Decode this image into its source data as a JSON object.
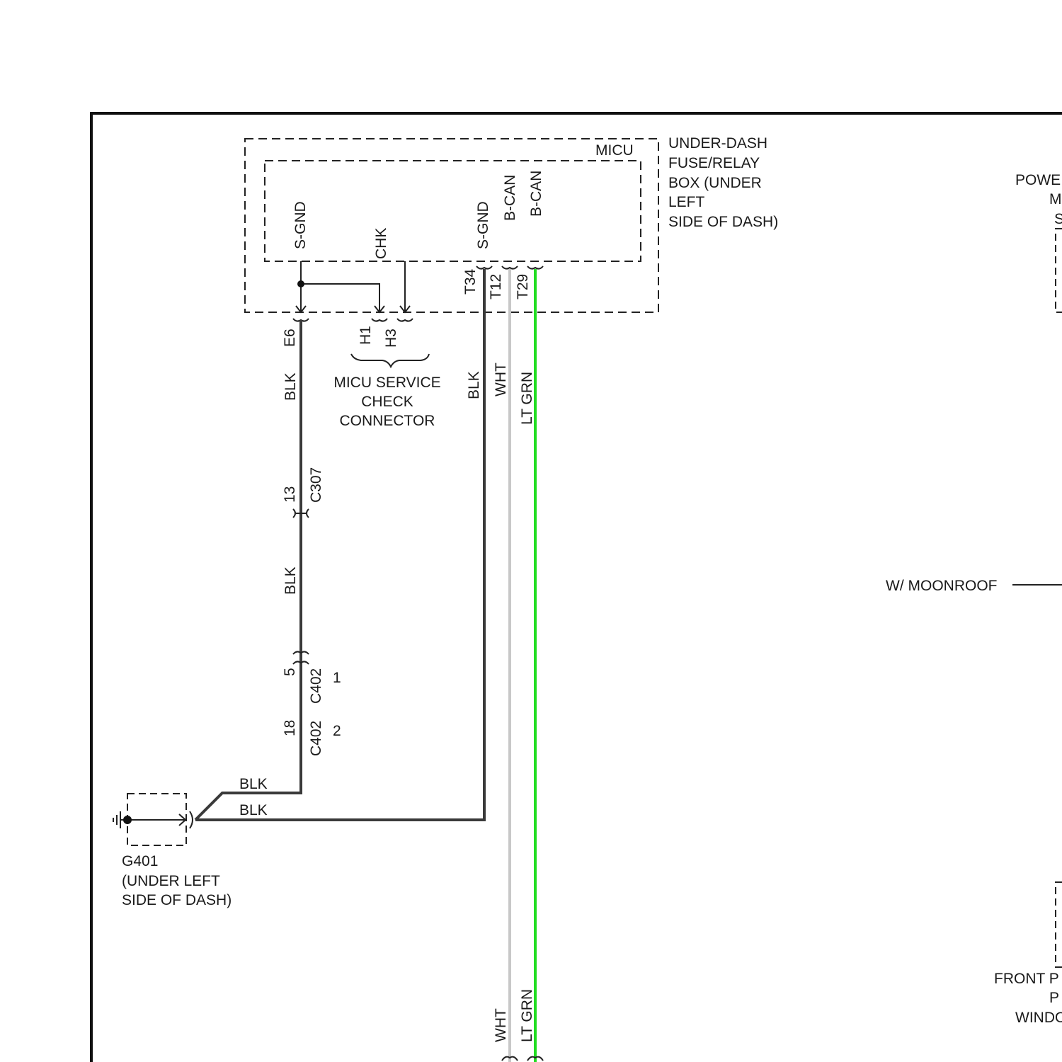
{
  "module": {
    "name": "MICU",
    "location": [
      "UNDER-DASH",
      "FUSE/RELAY",
      "BOX (UNDER",
      "LEFT",
      "SIDE OF DASH)"
    ]
  },
  "pins": {
    "sgnd_left": "S-GND",
    "chk": "CHK",
    "sgnd_right": "S-GND",
    "bcan_1": "B-CAN",
    "bcan_2": "B-CAN"
  },
  "terminals": {
    "e6": "E6",
    "h1": "H1",
    "h3": "H3",
    "t34": "T34",
    "t12": "T12",
    "t29": "T29"
  },
  "service_connector": [
    "MICU SERVICE",
    "CHECK",
    "CONNECTOR"
  ],
  "connectors": {
    "c307_pin": "13",
    "c307": "C307",
    "c402a_pin": "5",
    "c402a": "C402",
    "c402a_note": "1",
    "c402b_pin": "18",
    "c402b": "C402",
    "c402b_note": "2"
  },
  "wires": {
    "blk_1": "BLK",
    "blk_2": "BLK",
    "blk_3": "BLK",
    "blk_4": "BLK",
    "blk_5": "BLK",
    "wht_top": "WHT",
    "ltgrn_top": "LT GRN",
    "wht_bottom": "WHT",
    "ltgrn_bottom": "LT GRN"
  },
  "ground": {
    "name": "G401",
    "location": [
      "(UNDER LEFT",
      "SIDE OF DASH)"
    ]
  },
  "right_edge": {
    "power_label": [
      "POWE",
      "M",
      "S"
    ],
    "moonroof": "W/ MOONROOF",
    "front_label": [
      "FRONT P",
      "P",
      "WINDO"
    ]
  },
  "colors": {
    "blk_wire": "#3a3a3a",
    "wht_wire": "#c8c8c8",
    "ltgrn_wire": "#22dd22",
    "frame": "#111111"
  }
}
